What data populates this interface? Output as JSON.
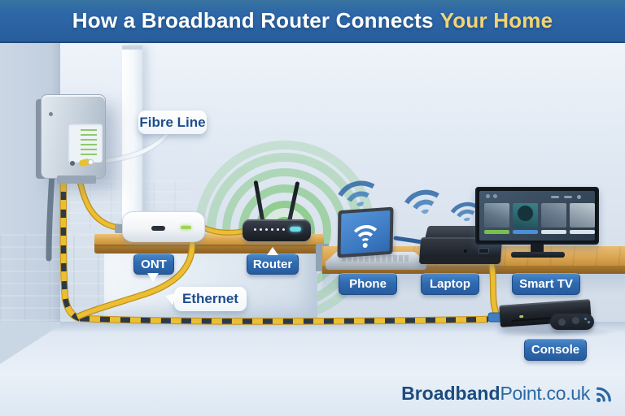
{
  "title": {
    "main": "How a Broadband Router Connects",
    "highlight": "Your Home"
  },
  "callouts": {
    "fibre_line": "Fibre Line",
    "ethernet": "Ethernet"
  },
  "device_labels": {
    "ont": "ONT",
    "router": "Router",
    "phone": "Phone",
    "laptop": "Laptop",
    "smart_tv": "Smart TV",
    "console": "Console"
  },
  "branding": {
    "name_bold": "Broadband",
    "name_regular": "Point.co.uk",
    "icon": "wifi-signal-icon"
  },
  "icons": {
    "air_wireless": "wifi-waves-icon",
    "router_coverage": "green-wifi-rings",
    "laptop_screen": "wifi-icon",
    "brand_mark": "wifi-signal-icon"
  },
  "colors": {
    "header_blue": "#2e68a8",
    "highlight_yellow": "#f2d474",
    "label_blue": "#2f6ab0",
    "label_text": "#ffffff",
    "callout_text_blue": "#1d4d8c",
    "cable_yellow": "#e6b52c",
    "cable_stripe_navy": "#2c3947",
    "wifi_green": "#7cc47c",
    "wifi_blue": "#3f7ab8",
    "wood": "#d8a452",
    "brand_blue": "#1d4b7e"
  }
}
